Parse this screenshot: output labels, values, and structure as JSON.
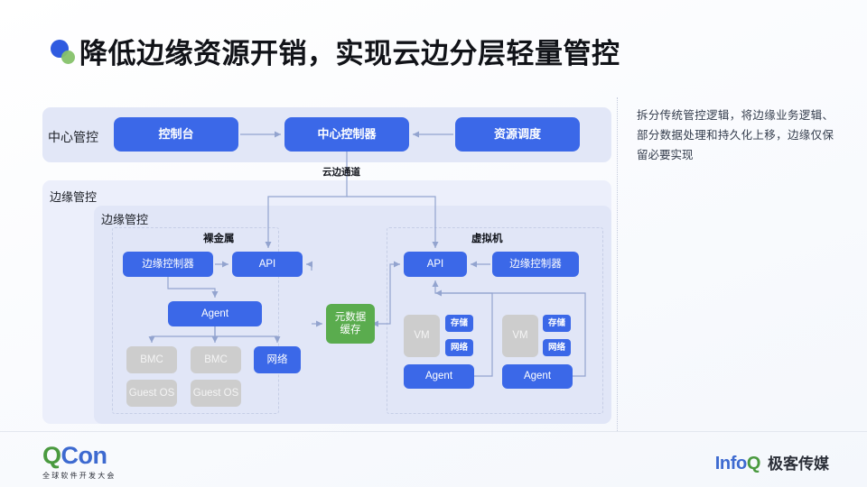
{
  "slide": {
    "title": "降低边缘资源开销，实现云边分层轻量管控",
    "bullet_icon": "dual-circle-bullet-icon",
    "accent_blue": "#3b68e8",
    "accent_green": "#5aac4e",
    "panel_blue": "#e2e7f7",
    "grey_node": "#cdcdcd"
  },
  "diagram": {
    "center": {
      "panel_label": "中心管控",
      "nodes": {
        "console": "控制台",
        "central_controller": "中心控制器",
        "resource_scheduler": "资源调度"
      }
    },
    "channel_label": "云边通道",
    "edge_outer": {
      "panel_label": "边缘管控"
    },
    "edge_inner": {
      "panel_label": "边缘管控"
    },
    "baremetal": {
      "zone_title": "裸金属",
      "nodes": {
        "edge_controller": "边缘控制器",
        "api": "API",
        "agent": "Agent",
        "bmc_1": "BMC",
        "bmc_2": "BMC",
        "network": "网络",
        "guest_os_1": "Guest OS",
        "guest_os_2": "Guest OS"
      }
    },
    "metadata_cache": "元数据\n缓存",
    "virtual_machine": {
      "zone_title": "虚拟机",
      "nodes": {
        "api": "API",
        "edge_controller": "边缘控制器",
        "vm_1": "VM",
        "vm_1_storage": "存储",
        "vm_1_network": "网络",
        "vm_1_agent": "Agent",
        "vm_2": "VM",
        "vm_2_storage": "存储",
        "vm_2_network": "网络",
        "vm_2_agent": "Agent"
      }
    }
  },
  "side_note": {
    "text": "拆分传统管控逻辑，将边缘业务逻辑、部分数据处理和持久化上移，边缘仅保留必要实现"
  },
  "footer": {
    "qcon_name": "QCon",
    "qcon_q": "Q",
    "qcon_con": "Con",
    "qcon_subtitle": "全球软件开发大会",
    "infoq_info": "Info",
    "infoq_q": "Q",
    "infoq_cn": "极客传媒"
  }
}
